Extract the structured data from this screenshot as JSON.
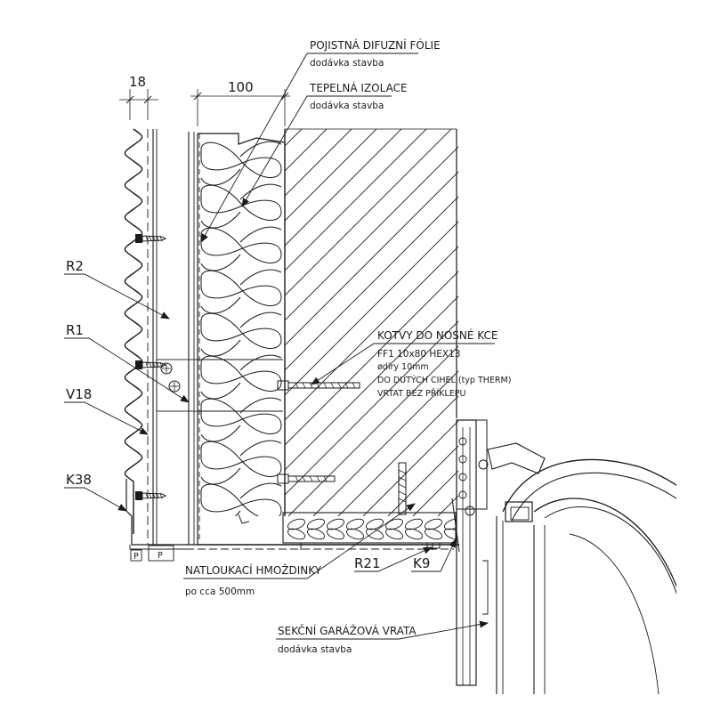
{
  "dimensions": {
    "left": "18",
    "top": "100"
  },
  "labels": {
    "foil_title": "POJISTNÁ DIFUZNÍ FÓLIE",
    "foil_sub": "dodávka stavba",
    "insulation_title": "TEPELNÁ IZOLACE",
    "insulation_sub": "dodávka stavba",
    "r2": "R2",
    "r1": "R1",
    "v18": "V18",
    "k38": "K38",
    "anchors_title": "KOTVY DO NOSNÉ KCE",
    "anchors_line1": "FF1 10x80 HEX13",
    "anchors_line2": "ødíry 10mm",
    "anchors_line3": "DO DUTÝCH CIHEL (typ THERM)",
    "anchors_line4": "VRTAT BEZ PŘÍKLEPU",
    "plugs_title": "NATLOUKACÍ HMOŽDINKY",
    "plugs_sub": "po cca 500mm",
    "r21": "R21",
    "k9": "K9",
    "door_title": "SEKČNÍ GARÁŽOVÁ VRATA",
    "door_sub": "dodávka stavba",
    "p_left": "P",
    "p_right": "P"
  },
  "colors": {
    "ink": "#1a1a1a"
  }
}
